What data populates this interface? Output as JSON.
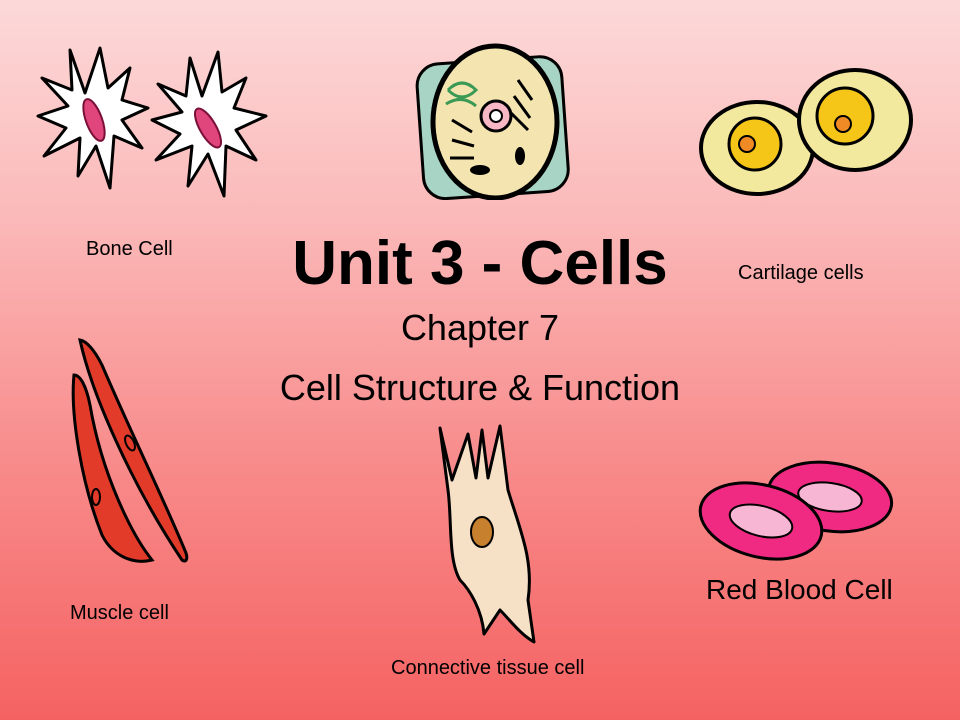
{
  "title": "Unit 3 - Cells",
  "subtitle_1": "Chapter 7",
  "subtitle_2": "Cell Structure & Function",
  "labels": {
    "bone": "Bone Cell",
    "cartilage": "Cartilage cells",
    "muscle": "Muscle cell",
    "connective": "Connective tissue cell",
    "red_blood": "Red Blood Cell"
  },
  "icons": {
    "bone": "bone-cell-illustration",
    "animal": "animal-cell-illustration",
    "cartilage": "cartilage-cells-illustration",
    "muscle": "muscle-cell-illustration",
    "connective": "connective-tissue-cell-illustration",
    "red_blood": "red-blood-cell-illustration"
  },
  "colors": {
    "background_top": "#fcd9d9",
    "background_bottom": "#f56262"
  }
}
